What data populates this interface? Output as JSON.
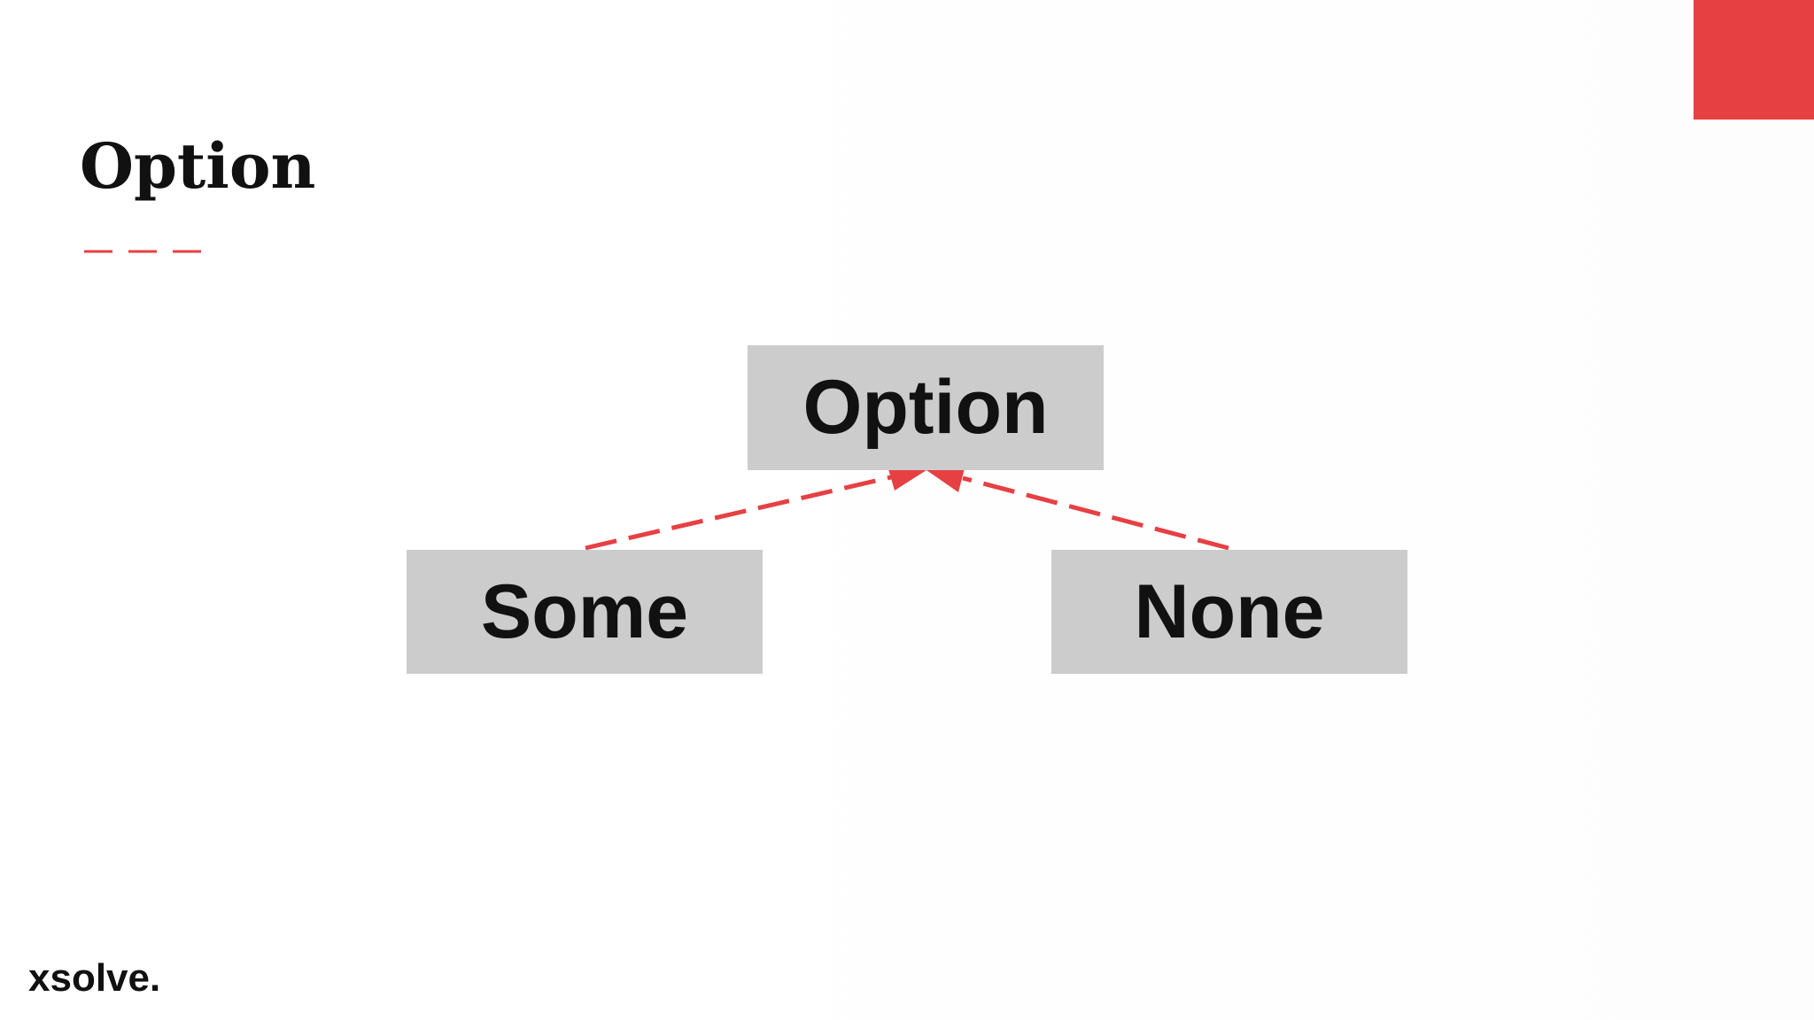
{
  "slide": {
    "title": "Option",
    "logo": "xsolve."
  },
  "colors": {
    "accent": "#e64043",
    "node_fill": "#cdcccd",
    "text": "#111111"
  },
  "diagram": {
    "nodes": {
      "parent": "Option",
      "left_child": "Some",
      "right_child": "None"
    },
    "edges": [
      {
        "from": "Some",
        "to": "Option",
        "style": "dashed",
        "arrow": "filled-triangle"
      },
      {
        "from": "None",
        "to": "Option",
        "style": "dashed",
        "arrow": "filled-triangle"
      }
    ]
  }
}
